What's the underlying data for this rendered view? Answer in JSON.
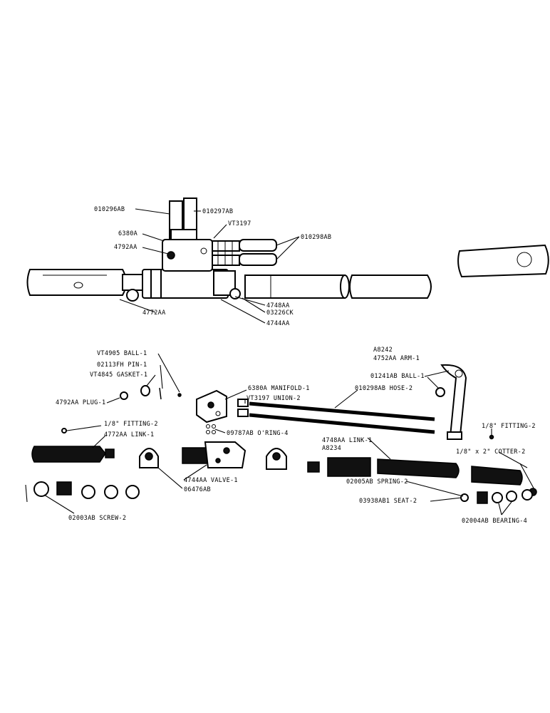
{
  "top_assembly": {
    "labels": {
      "hose_top_left": "010296AB",
      "hose_top_right": "010297AB",
      "union": "VT3197",
      "manifold": "6380A",
      "hoses_right": "010298AB",
      "plug": "4792AA",
      "link_left": "4772AA",
      "link_right": "4748AA",
      "clamp": "03226CK",
      "valve": "4744AA"
    }
  },
  "exploded_parts": {
    "labels": {
      "ball_small": "VT4905 BALL-1",
      "pin": "02113FH PIN-1",
      "gasket": "VT4845 GASKET-1",
      "plug": "4792AA  PLUG-1",
      "fitting_left": "1/8\" FITTING-2",
      "link_left": "4772AA LINK-1",
      "manifold": "6380A MANIFOLD-1",
      "union": "VT3197 UNION-2",
      "hose": "010298AB HOSE-2",
      "oring": "09787AB O'RING-4",
      "arm_ref": "A8242",
      "arm": "4752AA ARM-1",
      "ball_large": "01241AB BALL-1",
      "fitting_right": "1/8\" FITTING-2",
      "link_right": "4748AA LINK-1",
      "link_right_ref": "A8234",
      "cotter": "1/8\" x 2\" COTTER-2",
      "valve": "4744AA VALVE-1",
      "clamp": "06476AB",
      "spring": "02005AB SPRING-2",
      "seat": "03938AB1  SEAT-2",
      "bearing": "02004AB BEARING-4",
      "screw": "02003AB SCREW-2"
    }
  }
}
